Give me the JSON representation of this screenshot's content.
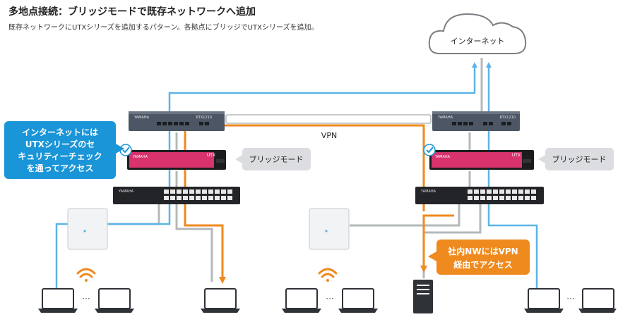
{
  "header": {
    "title": "多地点接続：ブリッジモードで既存ネットワークへ追加",
    "subtitle": "既存ネットワークにUTXシリーズを追加するパターン。各拠点にブリッジでUTXシリーズを追加。"
  },
  "cloud_label": "インターネット",
  "vpn_label": "VPN",
  "callout_left": [
    "インターネットには",
    "UTXシリーズのセ",
    "キュリティーチェック",
    "を通ってアクセス"
  ],
  "callout_right": [
    "社内NWにはVPN",
    "経由でアクセス"
  ],
  "bridge_left": "ブリッジモード",
  "bridge_right": "ブリッジモード",
  "device_text": {
    "router_brand": "YAMAHA",
    "router_model": "RTX1210",
    "utx_brand": "YAMAHA",
    "utx_model": "UTX",
    "switch_brand": "YAMAHA",
    "ellipsis": "···"
  },
  "colors": {
    "blue": "#5bb4e5",
    "orange": "#ef8a1f",
    "gray": "#b4b8bb",
    "callout_blue": "#1a95d8",
    "bubble_gray": "#dcdde0",
    "utx_pink": "#d8336d"
  }
}
